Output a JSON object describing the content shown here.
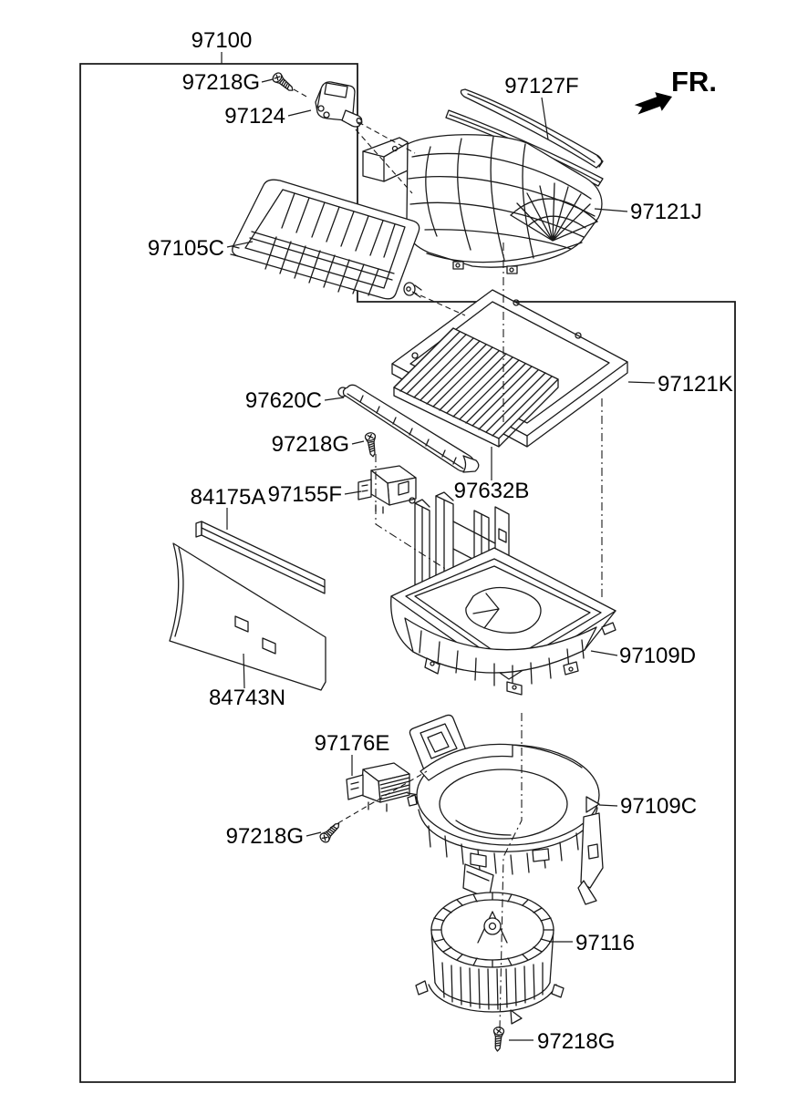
{
  "diagram": {
    "assembly_label": "97100",
    "direction_indicator": "FR.",
    "part_labels": [
      {
        "id": "97218G-top",
        "text": "97218G"
      },
      {
        "id": "97124",
        "text": "97124"
      },
      {
        "id": "97127F",
        "text": "97127F"
      },
      {
        "id": "97121J",
        "text": "97121J"
      },
      {
        "id": "97105C",
        "text": "97105C"
      },
      {
        "id": "97121K",
        "text": "97121K"
      },
      {
        "id": "97620C",
        "text": "97620C"
      },
      {
        "id": "97218G-middle",
        "text": "97218G"
      },
      {
        "id": "97632B",
        "text": "97632B"
      },
      {
        "id": "97155F",
        "text": "97155F"
      },
      {
        "id": "84175A",
        "text": "84175A"
      },
      {
        "id": "84743N",
        "text": "84743N"
      },
      {
        "id": "97109D",
        "text": "97109D"
      },
      {
        "id": "97176E",
        "text": "97176E"
      },
      {
        "id": "97218G-lower",
        "text": "97218G"
      },
      {
        "id": "97109C",
        "text": "97109C"
      },
      {
        "id": "97116",
        "text": "97116"
      },
      {
        "id": "97218G-bottom",
        "text": "97218G"
      }
    ]
  }
}
